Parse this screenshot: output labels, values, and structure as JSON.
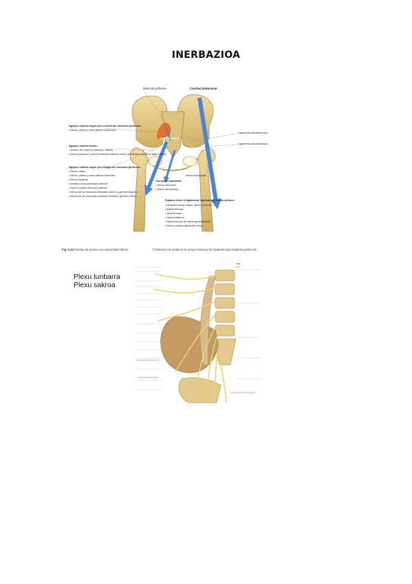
{
  "title": "INERBAZIOA",
  "figure1": {
    "labels": {
      "piriformis": "Músculo piriforme",
      "cavidad_abdominal": "Cavidad abdominal",
      "cavidad_pelvica": "Cavidad pélvica",
      "lig_sacrotuberoso": "Ligamento sacrotuberoso",
      "lig_sacroespinoso": "Ligamento sacroespinoso",
      "nervio_ilioinguinal": "Nervio ilioinguinal",
      "agujero_mayor_encima": "Agujero ciático mayor por encima del músculo piriforme:",
      "agujero_mayor_encima_item": "• Nervio, arteria y vena glúteos superiores",
      "agujero_menor": "Agujero ciático menor:",
      "agujero_menor_items": [
        "• Tendón del músculo obturador interno",
        "• Nervio pudendo y vasos pudendos internos dentro del perineo desde la región glútea"
      ],
      "agujero_mayor_debajo": "Agujero ciático mayor por debajo del músculo piriforme:",
      "agujero_mayor_debajo_items": [
        "• Nervio ciático",
        "• Nervio, arteria y vena ciáticos inferiores",
        "• Nervio pudendo",
        "• Arteria y vena pudendas internas",
        "• Nervio cutáneo femoral posterior",
        "• Nervio de los músculos obturador interno y gemelo superior",
        "• Nervio de los músculos cuadrado femoral y gemelo inferior"
      ],
      "conducto_obturador": "Conducto obturador:",
      "conducto_obturador_items": [
        "• Nervio obturador",
        "• Vasos obturadores"
      ],
      "espacio": "Espacio entre el ligamento inguinal y el hueso pélvico:",
      "espacio_items": [
        "• Músculos psoas mayor, ilíaco y pectíneo",
        "• Arteria femoral",
        "• Vena femoral",
        "• Vasos linfáticos",
        "• Rama femoral del nervio genitofemoral",
        "• Nervio cutáneo lateral del muslo"
      ]
    },
    "caption_fig": "Fig. 6.34",
    "caption_text": "Puertas de acceso a la extremidad inferior.",
    "caption_credit": "© Elsevier Ltd. Drake et al: Gray's Anatomy for Students www.studentconsult.com"
  },
  "figure2": {
    "label_line1": "Plexu lunbarra",
    "label_line2": "Plexu sakroa"
  },
  "colors": {
    "bone": "#e6cf8e",
    "bone_shadow": "#c9a85c",
    "arrow_blue": "#4a84d4",
    "nerve_yellow": "#e8d46a",
    "muscle": "#b98a5e",
    "accent_orange": "#e8701e"
  }
}
